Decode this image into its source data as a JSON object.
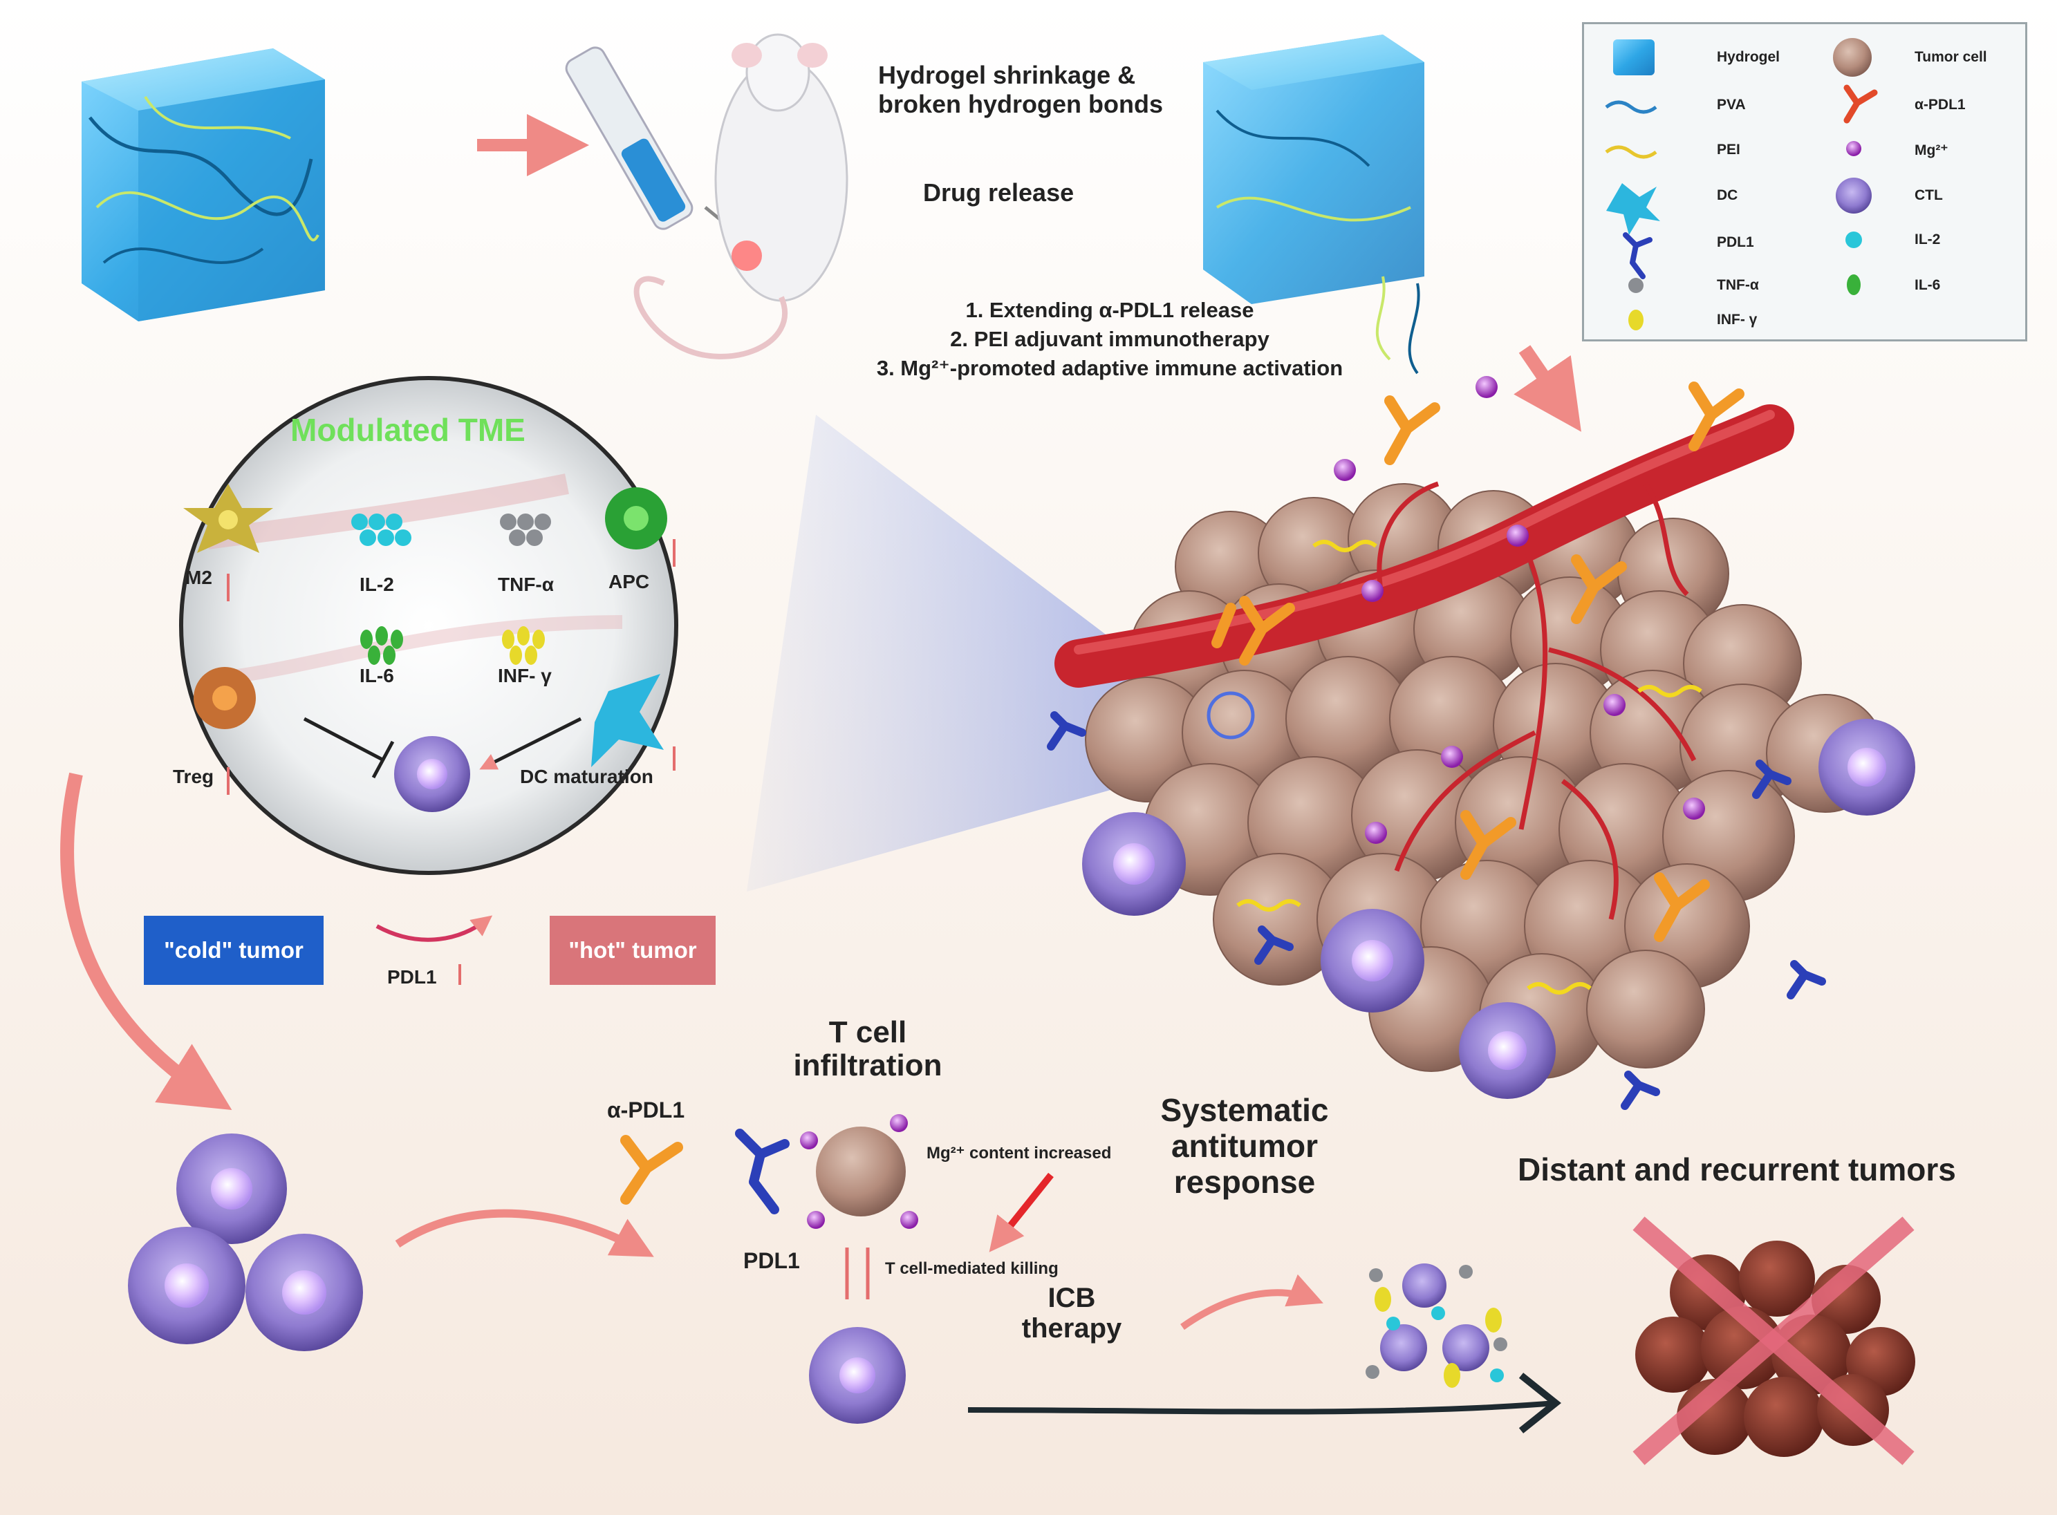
{
  "top": {
    "step_shrinkage": "Hydrogel shrinkage &\nbroken hydrogen bonds",
    "step_release": "Drug release",
    "mechanisms": [
      "1. Extending α-PDL1 release",
      "2. PEI adjuvant immunotherapy",
      "3. Mg²⁺-promoted adaptive immune activation"
    ]
  },
  "legend": {
    "items_left": [
      "Hydrogel",
      "PVA",
      "PEI",
      "DC",
      "PDL1",
      "TNF-α",
      "INF- γ"
    ],
    "items_right": [
      "Tumor cell",
      "α-PDL1",
      "Mg²⁺",
      "CTL",
      "IL-2",
      "IL-6"
    ]
  },
  "tme": {
    "title": "Modulated TME",
    "labels": {
      "m2": "M2",
      "il2": "IL-2",
      "tnf": "TNF-α",
      "apc": "APC",
      "il6": "IL-6",
      "inf": "INF- γ",
      "treg": "Treg",
      "dc": "DC maturation"
    }
  },
  "states": {
    "cold": "\"cold\" tumor",
    "hot": "\"hot\" tumor",
    "pdl1": "PDL1"
  },
  "bottom": {
    "t_cell": "T cell\ninfiltration",
    "apdl1": "α-PDL1",
    "pdl1": "PDL1",
    "mg": "Mg²⁺ content increased",
    "killing": "T cell-mediated killing",
    "icb": "ICB\ntherapy",
    "systematic": "Systematic\nantitumor\nresponse",
    "distant": "Distant and recurrent tumors"
  },
  "colors": {
    "hydrogel": "#3fb3ea",
    "cold": "#1f5fc9",
    "hot": "#d9757a",
    "green_title": "#6fe05a",
    "arrow": "#ee7b7b",
    "vessel": "#c8252e",
    "ctl": "#9a86d6",
    "tumor": "#b28a7a"
  }
}
